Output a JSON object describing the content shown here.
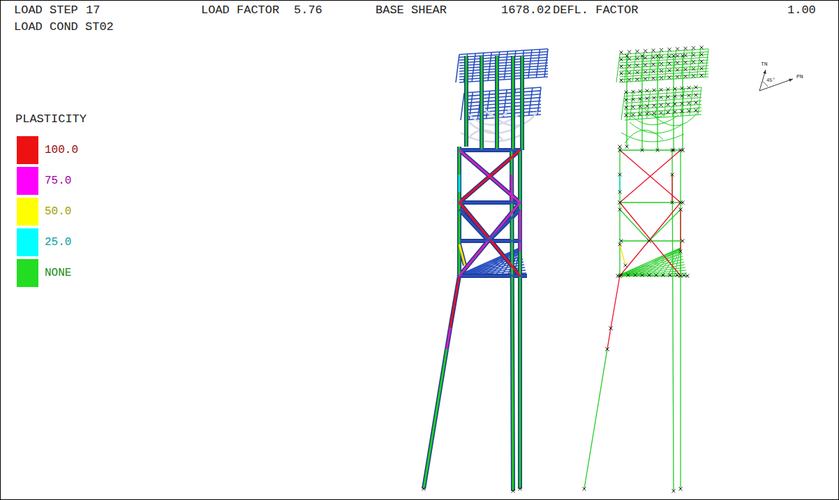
{
  "diagram": {
    "labels": [
      "LOAD STEP",
      "17",
      "LOAD FACTOR",
      "5.76",
      "BASE SHEAR",
      "1678.02",
      "DEFL. FACTOR",
      "1.00",
      "LOAD COND ST02",
      "PLASTICITY",
      "TN",
      "PN",
      "45°"
    ],
    "legend": [
      {
        "text": "100.0",
        "color": "#ee1111"
      },
      {
        "text": "75.0",
        "color": "#ff00ff"
      },
      {
        "text": "50.0",
        "color": "#ffff00"
      },
      {
        "text": "25.0",
        "color": "#00ffff"
      },
      {
        "text": "NONE",
        "color": "#22dd22"
      }
    ]
  }
}
